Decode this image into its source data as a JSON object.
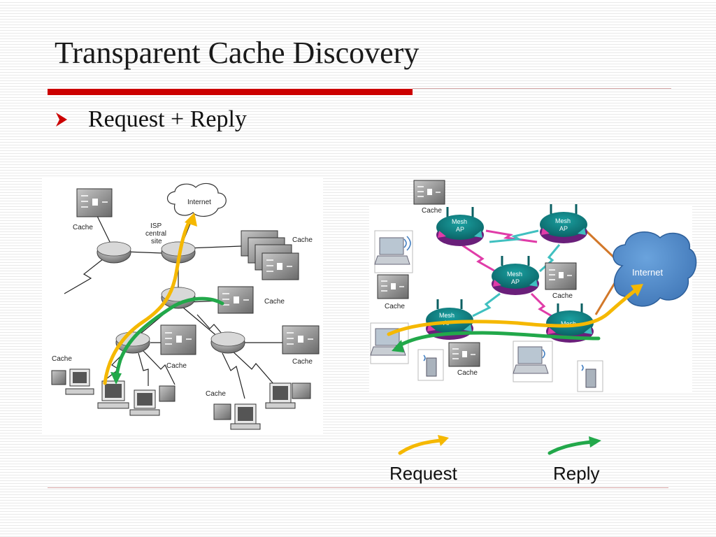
{
  "slide": {
    "title": "Transparent Cache Discovery",
    "bullet": "Request + Reply"
  },
  "left_diagram": {
    "internet_label": "Internet",
    "isp_label_1": "ISP",
    "isp_label_2": "central",
    "isp_label_3": "site",
    "cache_labels": [
      "Cache",
      "Cache",
      "Cache",
      "Cache",
      "Cache",
      "Cache",
      "Cache"
    ]
  },
  "right_diagram": {
    "internet_label": "Internet",
    "mesh_line_1": "Mesh",
    "mesh_line_2": "AP",
    "mesh_last": "Mesh",
    "cache_labels": [
      "Cache",
      "Cache",
      "Cache",
      "Cache"
    ]
  },
  "legend": {
    "request_label": "Request",
    "reply_label": "Reply",
    "request_color": "#f5b800",
    "reply_color": "#22a84a"
  },
  "colors": {
    "accent_red": "#cc0000",
    "cloud_blue": "#4a86c8",
    "mesh_teal": "#0e7a7a"
  }
}
